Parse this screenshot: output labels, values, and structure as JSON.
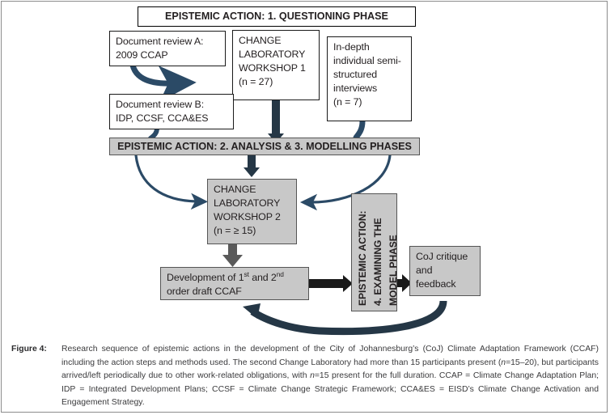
{
  "figure": {
    "phase1_header": "EPISTEMIC ACTION: 1. QUESTIONING PHASE",
    "phase23_header": "EPISTEMIC ACTION: 2. ANALYSIS & 3. MODELLING PHASES",
    "phase4_header_line1": "EPISTEMIC ACTION:",
    "phase4_header_line2": "4. EXAMINING THE",
    "phase4_header_line3": "MODEL PHASE",
    "doc_review_a": "Document review A:\n2009 CCAP",
    "doc_review_b": "Document review B:\nIDP, CCSF, CCA&ES",
    "workshop1": "CHANGE\nLABORATORY\nWORKSHOP 1\n(n = 27)",
    "interviews": "In-depth\nindividual semi-\nstructured\ninterviews\n(n = 7)",
    "workshop2": "CHANGE\nLABORATORY\nWORKSHOP 2\n(n = ≥ 15)",
    "development_line1_pre": "Development of 1",
    "development_line1_sup1": "st",
    "development_line1_mid": " and 2",
    "development_line1_sup2": "nd",
    "development_line2": "order draft CCAF",
    "coj_feedback": "CoJ critique\nand\nfeedback",
    "colors": {
      "grey_fill": "#c8c8c8",
      "box_border": "#1a1a1a",
      "arrow_dark": "#253746",
      "arrow_blue": "#1f3864",
      "text": "#231f20"
    }
  },
  "caption": {
    "label": "Figure 4:",
    "segment_1": "Research sequence of epistemic actions in the development of the City of Johannesburg’s (CoJ) Climate Adaptation Framework (CCAF) including the action steps and methods used. The second Change Laboratory had more than 15 participants present (",
    "italic_1": "n",
    "segment_2": "=15–20), but participants arrived/left periodically due to other work-related obligations, with ",
    "italic_2": "n",
    "segment_3": "=15 present for the full duration. CCAP = Climate Change Adaptation Plan; IDP = Integrated Development Plans; CCSF = Climate Change Strategic Framework; CCA&ES = EISD’s Climate Change Activation and Engagement Strategy."
  }
}
